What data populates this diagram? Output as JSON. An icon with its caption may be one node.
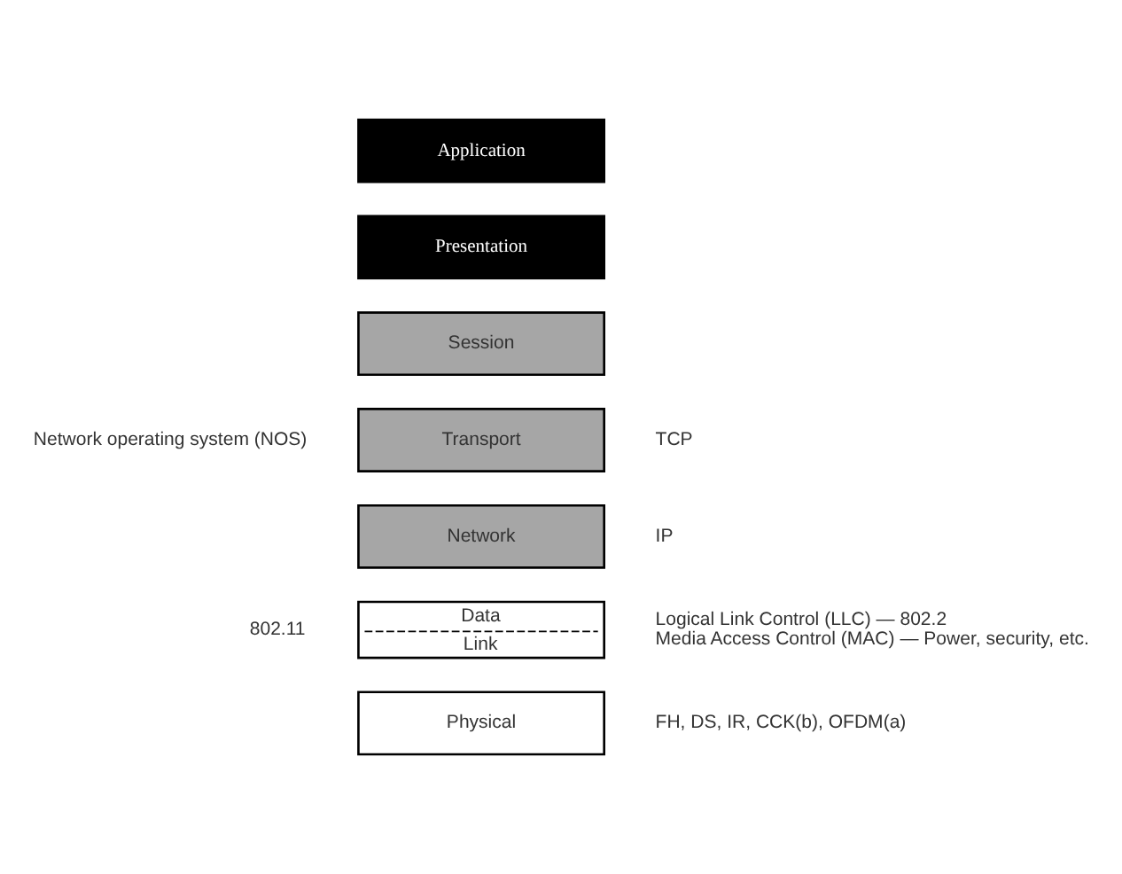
{
  "diagram": {
    "nodes": [
      {
        "text": [
          "Application"
        ]
      },
      {
        "text": [
          "Presentation"
        ]
      },
      {
        "text": [
          "Session"
        ]
      },
      {
        "text": [
          "Transport"
        ],
        "beside": [
          "TCP"
        ]
      },
      {
        "text": [
          "Network"
        ],
        "beside": [
          "IP"
        ]
      },
      {
        "text": [
          "Data",
          "Link"
        ],
        "beside": [
          "Logical Link Control (LLC) — 802.2",
          "Media Access Control (MAC) — Power, security, etc."
        ]
      },
      {
        "text": [
          "Physical"
        ],
        "beside": [
          "FH, DS, IR, CCK(b), OFDM(a)"
        ]
      }
    ],
    "edges": [],
    "labels": [
      "Network operating system (NOS)",
      "802.11"
    ]
  }
}
